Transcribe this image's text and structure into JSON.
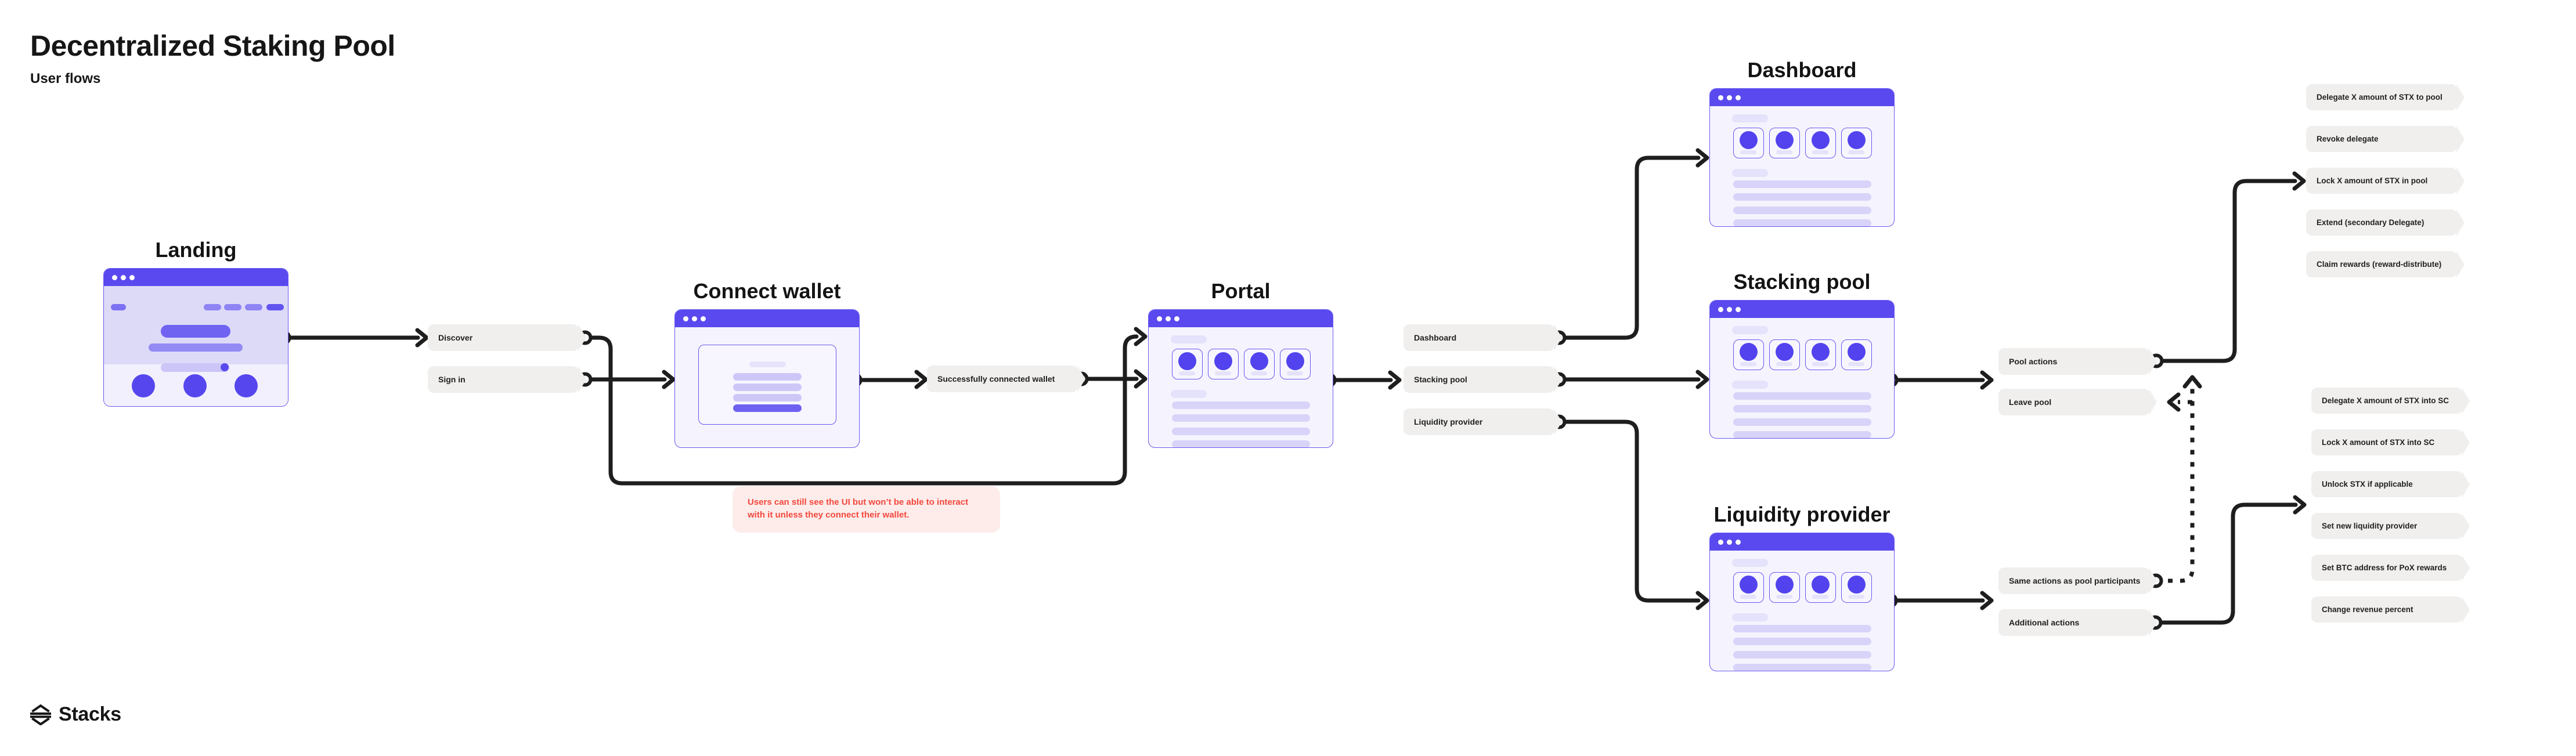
{
  "page": {
    "title": "Decentralized Staking Pool",
    "subtitle": "User flows"
  },
  "brand": {
    "wordmark": "Stacks",
    "logo_icon": "stacks-logo"
  },
  "colors": {
    "accent": "#5243ee",
    "window_header": "#5a49ee",
    "line": "#1e1e1e",
    "pill_bg": "#f0efee",
    "note_bg": "#fdecea",
    "note_text": "#f2473c",
    "canvas": "#ffffff"
  },
  "nodes": {
    "landing": "Landing",
    "connect_wallet": "Connect wallet",
    "portal": "Portal",
    "dashboard": "Dashboard",
    "stacking_pool": "Stacking pool",
    "liquidity_provider": "Liquidity provider"
  },
  "pills": {
    "discover": "Discover",
    "sign_in": "Sign in",
    "wallet_connected": "Successfully connected wallet",
    "dashboard": "Dashboard",
    "stacking_pool": "Stacking pool",
    "liquidity_provider": "Liquidity provider",
    "pool_actions": "Pool actions",
    "leave_pool": "Leave pool",
    "same_actions": "Same actions as pool participants",
    "additional_actions": "Additional actions"
  },
  "action_lists": {
    "pool_participant_actions": [
      "Delegate X amount of STX to pool",
      "Revoke delegate",
      "Lock X amount of STX in pool",
      "Extend (secondary Delegate)",
      "Claim rewards (reward-distribute)"
    ],
    "liquidity_provider_actions": [
      "Delegate X amount of STX into SC",
      "Lock X amount of STX into SC",
      "Unlock STX if applicable",
      "Set new liquidity provider",
      "Set BTC address for PoX rewards",
      "Change revenue percent"
    ]
  },
  "note": {
    "text": "Users can still see the UI but won’t be able to interact with it unless they connect their wallet."
  }
}
